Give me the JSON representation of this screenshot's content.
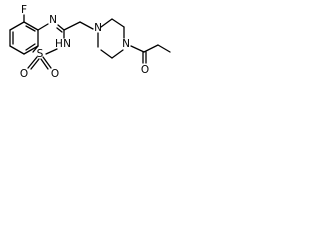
{
  "structure": {
    "atoms": {
      "fluorine": "F",
      "ring_nitrogen": "N",
      "nh": "H",
      "nh_nitrogen": "N",
      "sulfur": "S",
      "oxygen_left": "O",
      "oxygen_right": "O",
      "piperazine_n1": "N",
      "piperazine_n4": "N",
      "carbonyl_oxygen": "O"
    }
  }
}
